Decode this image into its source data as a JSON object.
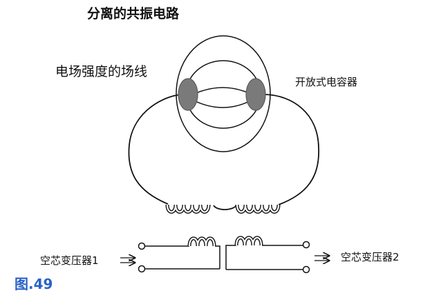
{
  "title": "分离的共振电路",
  "labels": {
    "field_lines": "电场强度的场线",
    "capacitor": "开放式电容器",
    "transformer1": "空芯变压器1",
    "transformer2": "空芯变压器2",
    "figure": "图.49"
  },
  "colors": {
    "line": "#111111",
    "plate_fill": "#7a7a7a",
    "plate_stroke": "#5a5a5a",
    "figure_label": "#2a62c8"
  }
}
